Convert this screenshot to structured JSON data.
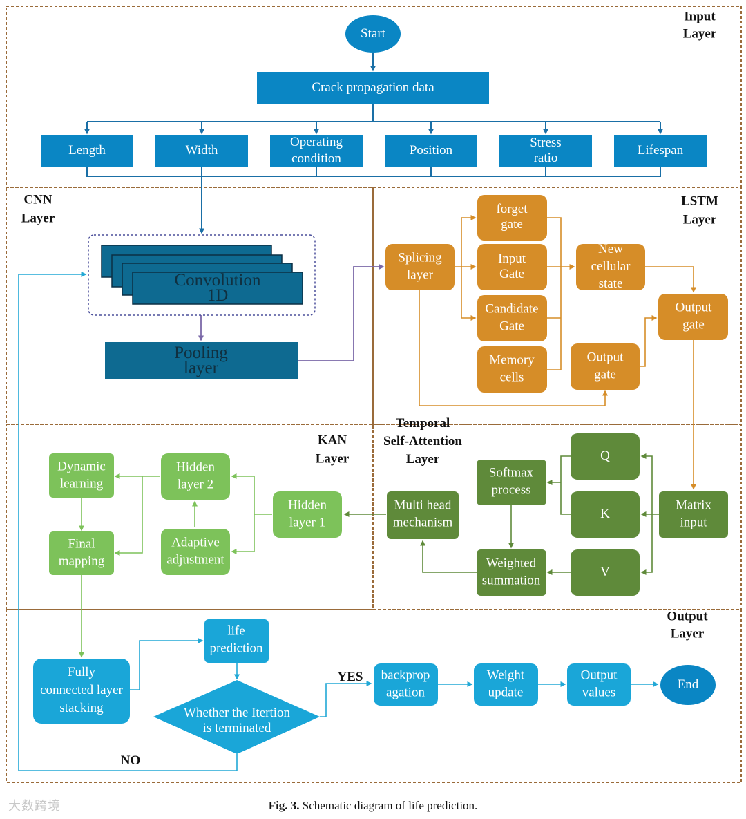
{
  "regions": {
    "input": "Input Layer",
    "cnn": "CNN Layer",
    "lstm": "LSTM Layer",
    "kan": "KAN Layer",
    "tsa": "Temporal Self-Attention Layer",
    "output": "Output Layer"
  },
  "nodes": {
    "start": "Start",
    "crack": "Crack propagation data",
    "length": "Length",
    "width": "Width",
    "operating": "Operating condition",
    "position": "Position",
    "stress": "Stress ratio",
    "lifespan": "Lifespan",
    "conv": "Convolution 1D",
    "pooling": "Pooling layer",
    "splicing": "Splicing layer",
    "forget": "forget gate",
    "input_gate": "Input Gate",
    "candidate": "Candidate Gate",
    "memory": "Memory cells",
    "new_cell": "New cellular state",
    "output_gate_1": "Output gate",
    "output_gate_2": "Output gate",
    "q": "Q",
    "k": "K",
    "v": "V",
    "softmax": "Softmax process",
    "matrix": "Matrix input",
    "multihead": "Multi head mechanism",
    "weighted": "Weighted summation",
    "hidden1": "Hidden layer 1",
    "hidden2": "Hidden layer 2",
    "adaptive": "Adaptive adjustment",
    "dynamic": "Dynamic learning",
    "final": "Final mapping",
    "fully": "Fully connected layer stacking",
    "life": "life prediction",
    "whether": "Whether the Itertion is terminated",
    "backprop": "backprop agation",
    "weight_update": "Weight update",
    "output_values": "Output values",
    "end": "End"
  },
  "edge_labels": {
    "yes": "YES",
    "no": "NO"
  },
  "caption": {
    "label": "Fig. 3.",
    "text": "Schematic diagram of life prediction."
  },
  "watermark": "大数跨境",
  "colors": {
    "blue": "#0a86c4",
    "teal_dark": "#0e6a91",
    "orange": "#d68d28",
    "dark_green": "#5f8a3a",
    "light_green": "#7dc25a",
    "cyan": "#1aa6d8",
    "border": "#9a6b3a",
    "purple_arrow": "#7a68a8"
  }
}
